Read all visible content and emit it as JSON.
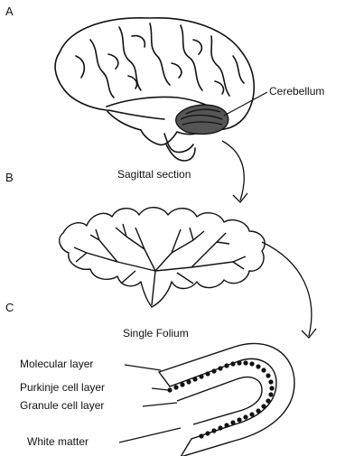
{
  "panels": {
    "a": "A",
    "b": "B",
    "c": "C"
  },
  "labels": {
    "cerebellum": "Cerebellum",
    "sagittal_section": "Sagittal section",
    "single_folium": "Single Folium",
    "molecular_layer": "Molecular layer",
    "purkinje_layer": "Purkinje cell layer",
    "granule_layer": "Granule cell layer",
    "white_matter": "White matter"
  },
  "colors": {
    "ink": "#111111",
    "background": "#ffffff"
  }
}
